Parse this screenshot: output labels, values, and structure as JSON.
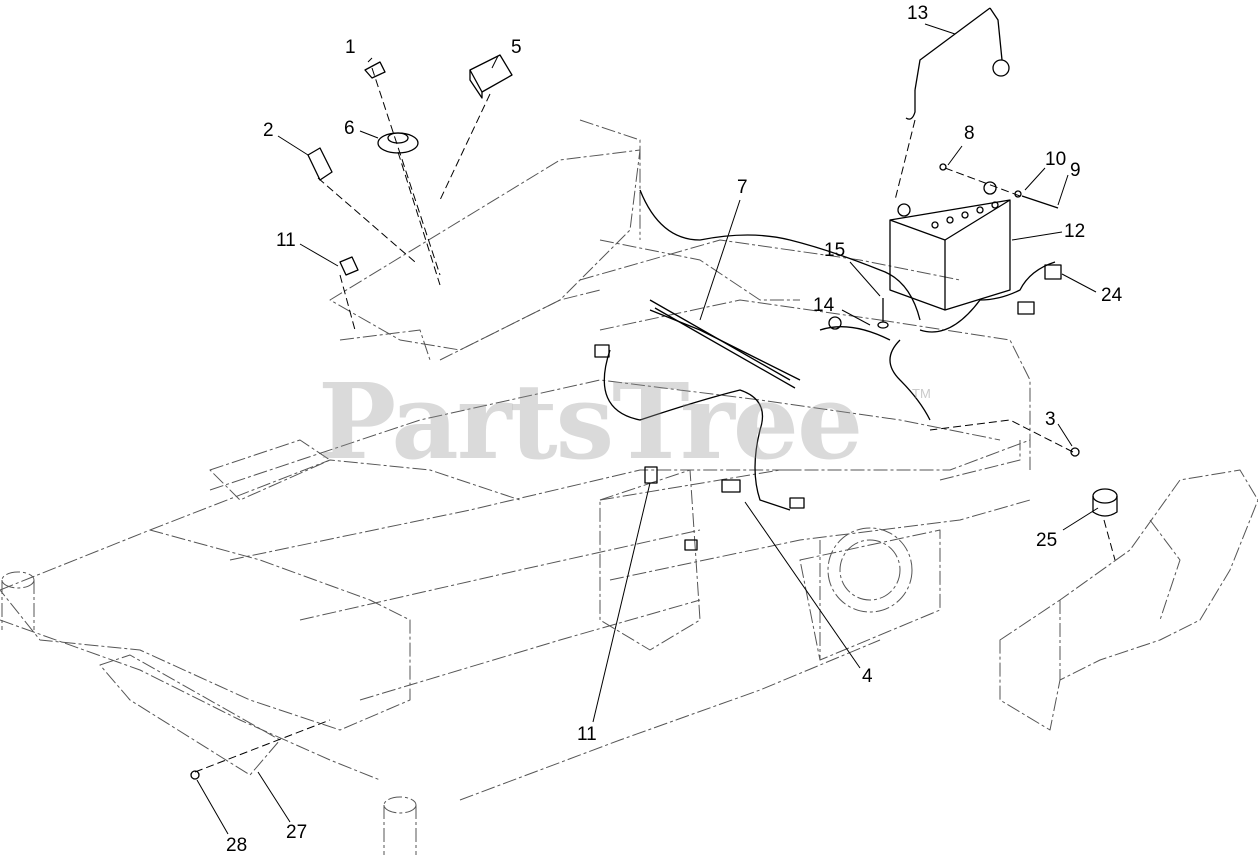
{
  "watermark": {
    "text": "PartsTree",
    "trademark": "TM"
  },
  "callouts": [
    {
      "id": "c1",
      "text": "1"
    },
    {
      "id": "c5",
      "text": "5"
    },
    {
      "id": "c2",
      "text": "2"
    },
    {
      "id": "c6",
      "text": "6"
    },
    {
      "id": "c11a",
      "text": "11"
    },
    {
      "id": "c7",
      "text": "7"
    },
    {
      "id": "c13",
      "text": "13"
    },
    {
      "id": "c8",
      "text": "8"
    },
    {
      "id": "c10",
      "text": "10"
    },
    {
      "id": "c9",
      "text": "9"
    },
    {
      "id": "c12",
      "text": "12"
    },
    {
      "id": "c15",
      "text": "15"
    },
    {
      "id": "c14",
      "text": "14"
    },
    {
      "id": "c24",
      "text": "24"
    },
    {
      "id": "c3",
      "text": "3"
    },
    {
      "id": "c25",
      "text": "25"
    },
    {
      "id": "c4",
      "text": "4"
    },
    {
      "id": "c11b",
      "text": "11"
    },
    {
      "id": "c28",
      "text": "28"
    },
    {
      "id": "c27",
      "text": "27"
    }
  ],
  "colors": {
    "line": "#000000",
    "frame": "#555555",
    "watermark": "#969696"
  }
}
